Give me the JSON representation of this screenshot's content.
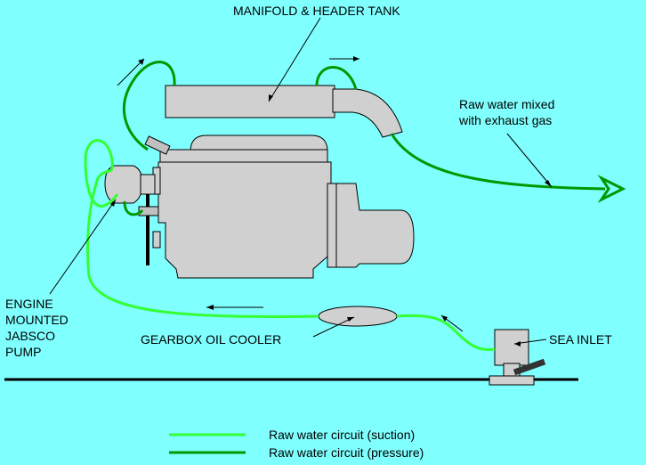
{
  "labels": {
    "manifold": "MANIFOLD & HEADER TANK",
    "exhaust_line1": "Raw water mixed",
    "exhaust_line2": "with exhaust gas",
    "pump_line1": "ENGINE",
    "pump_line2": "MOUNTED",
    "pump_line3": "JABSCO",
    "pump_line4": "PUMP",
    "cooler": "GEARBOX OIL COOLER",
    "inlet": "SEA INLET"
  },
  "legend": {
    "suction": "Raw water circuit (suction)",
    "pressure": "Raw water circuit (pressure)"
  },
  "colors": {
    "background": "#80ffff",
    "suction": "#33ff33",
    "pressure": "#009900",
    "component": "#d0d0d0"
  }
}
